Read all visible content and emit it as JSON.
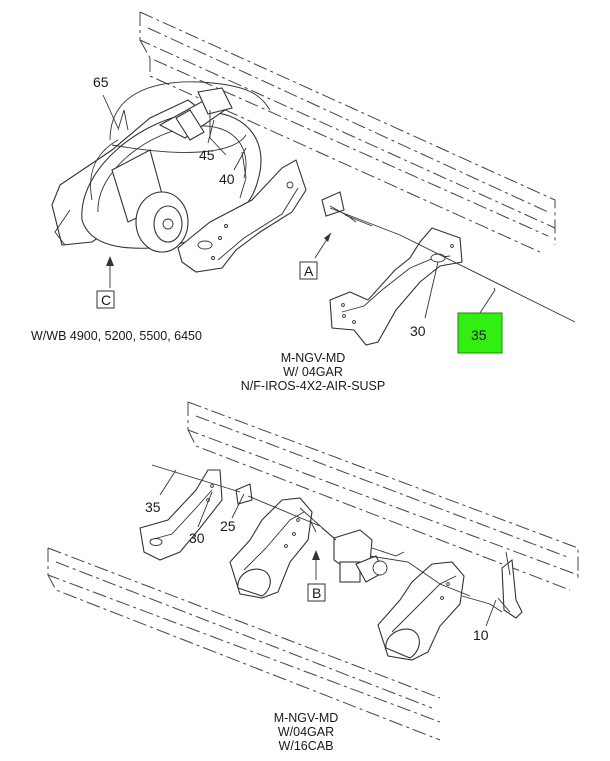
{
  "callouts": {
    "c65": "65",
    "c45": "45",
    "c40": "40",
    "c30_top": "30",
    "c35_top": "35",
    "c35_bottom": "35",
    "c30_bottom": "30",
    "c25": "25",
    "c10": "10"
  },
  "view_labels": {
    "a": "A",
    "b": "B",
    "c": "C"
  },
  "top_section": {
    "wheelbase_note": "W/WB 4900, 5200, 5500, 6450",
    "caption_lines": [
      "M-NGV-MD",
      "W/ 04GAR",
      "N/F-IROS-4X2-AIR-SUSP"
    ]
  },
  "bottom_section": {
    "caption_lines": [
      "M-NGV-MD",
      "W/04GAR",
      "W/16CAB"
    ]
  },
  "colors": {
    "highlight_fill": "#33ee11",
    "highlight_border": "#1a8a00",
    "line": "#333333"
  }
}
